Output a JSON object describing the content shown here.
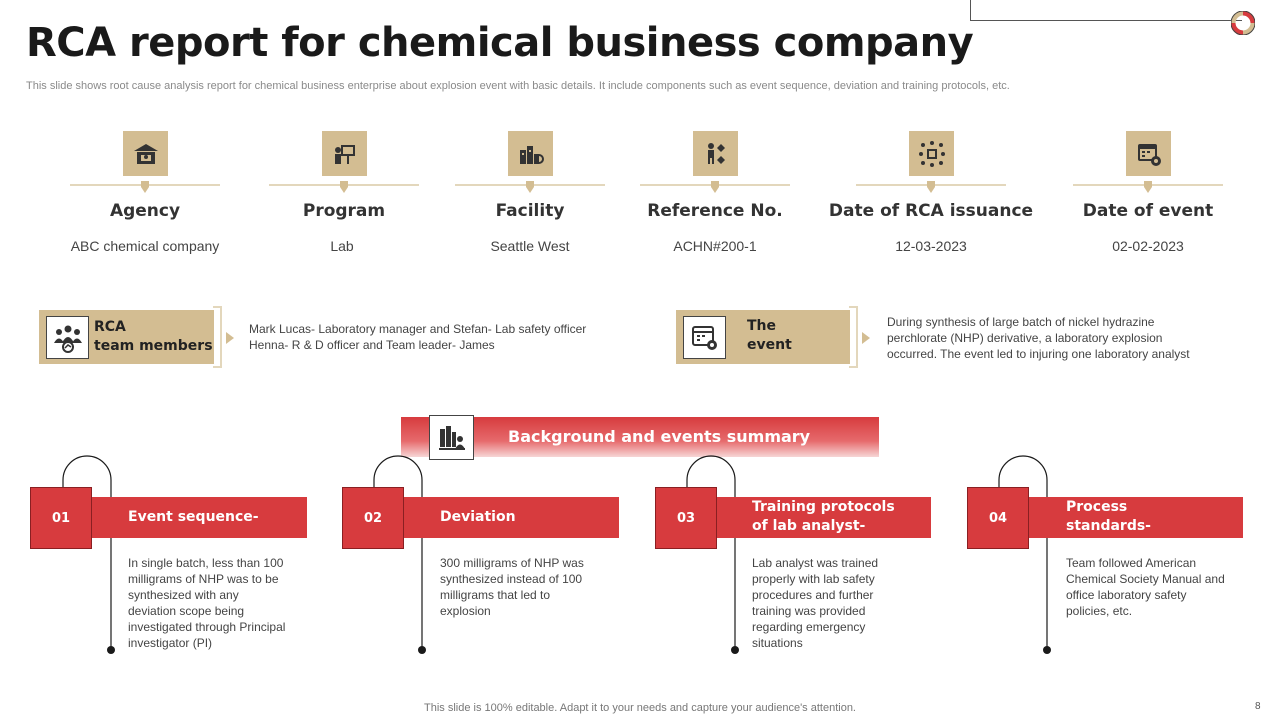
{
  "header": {
    "title": "RCA report for chemical business company",
    "subtitle": "This slide shows root cause analysis report for chemical business enterprise about explosion event with basic details. It include components such as event sequence, deviation and training protocols, etc."
  },
  "info": [
    {
      "label": "Agency",
      "value": "ABC chemical company",
      "icon": "building-icon"
    },
    {
      "label": "Program",
      "value": "Lab",
      "icon": "presentation-icon"
    },
    {
      "label": "Facility",
      "value": "Seattle West",
      "icon": "factory-icon"
    },
    {
      "label": "Reference No.",
      "value": "ACHN#200-1",
      "icon": "people-network-icon"
    },
    {
      "label": "Date of RCA issuance",
      "value": "12-03-2023",
      "icon": "network-icon"
    },
    {
      "label": "Date of event",
      "value": "02-02-2023",
      "icon": "calendar-gear-icon"
    }
  ],
  "team": {
    "label_line1": "RCA",
    "label_line2": "team members",
    "text_line1": "Mark Lucas- Laboratory manager and Stefan- Lab safety officer",
    "text_line2": "Henna- R & D officer and Team leader- James"
  },
  "event": {
    "label_line1": "The",
    "label_line2": "event",
    "text_line1": "During synthesis of large batch of nickel hydrazine",
    "text_line2": "perchlorate (NHP) derivative,  a laboratory explosion",
    "text_line3": "occurred. The event led to injuring one laboratory analyst"
  },
  "banner": {
    "title": "Background and events summary"
  },
  "steps": [
    {
      "num": "01",
      "title_line1": "Event sequence-",
      "title_line2": "",
      "lines": [
        "In single batch, less than 100",
        "milligrams of NHP was to be",
        "synthesized with any",
        "deviation  scope being",
        "investigated through Principal",
        "investigator (PI)"
      ]
    },
    {
      "num": "02",
      "title_line1": "Deviation",
      "title_line2": "",
      "lines": [
        "300 milligrams of NHP was",
        "synthesized instead of 100",
        "milligrams that led to",
        "explosion"
      ]
    },
    {
      "num": "03",
      "title_line1": "Training protocols",
      "title_line2": "of lab analyst-",
      "lines": [
        "Lab analyst was trained",
        "properly with lab safety",
        "procedures and further",
        "training was provided",
        "regarding emergency",
        "situations"
      ]
    },
    {
      "num": "04",
      "title_line1": "Process",
      "title_line2": "standards-",
      "lines": [
        "Team followed American",
        "Chemical Society Manual and",
        "office laboratory safety",
        "policies, etc."
      ]
    }
  ],
  "footer": {
    "text": "This slide is 100% editable. Adapt it to your needs and capture your audience's attention.",
    "page": "8"
  },
  "colors": {
    "accent": "#d73b3e",
    "tan": "#d3bd92",
    "tan_light": "#e3d7bc"
  }
}
